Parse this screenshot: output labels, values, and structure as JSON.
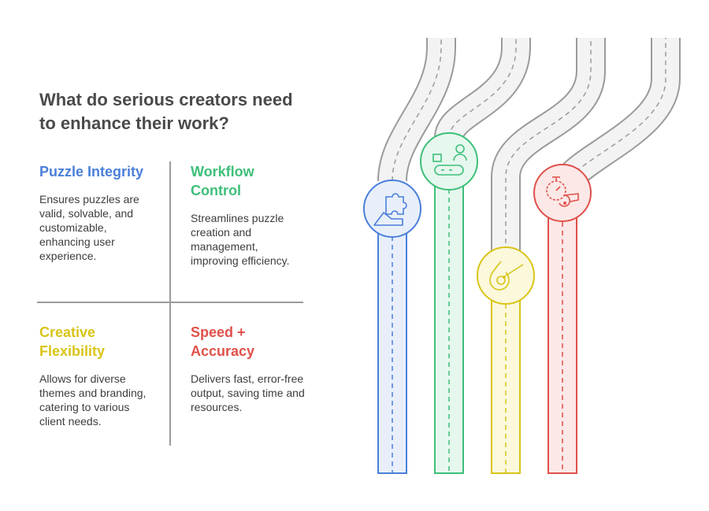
{
  "title": "What do serious creators need to enhance their work?",
  "colors": {
    "blue": "#4a7fd9",
    "green": "#3dbf7a",
    "yellow": "#d9c419",
    "red": "#e0504a"
  },
  "quadrants": [
    {
      "heading": "Puzzle Integrity",
      "description": "Ensures puzzles are valid, solvable, and customizable, enhancing user experience.",
      "color": "#4a7fd9",
      "icon": "puzzle-piece-hand-icon"
    },
    {
      "heading": "Workflow Control",
      "description": "Streamlines puzzle creation and management, improving efficiency.",
      "color": "#3dbf7a",
      "icon": "conveyor-person-icon"
    },
    {
      "heading": "Creative Flexibility",
      "description": "Allows for diverse themes and branding, catering to various client needs.",
      "color": "#d9c419",
      "icon": "paint-drop-brush-icon"
    },
    {
      "heading": "Speed + Accuracy",
      "description": "Delivers fast, error-free output, saving time and resources.",
      "color": "#e0504a",
      "icon": "stopwatch-whistle-icon"
    }
  ]
}
